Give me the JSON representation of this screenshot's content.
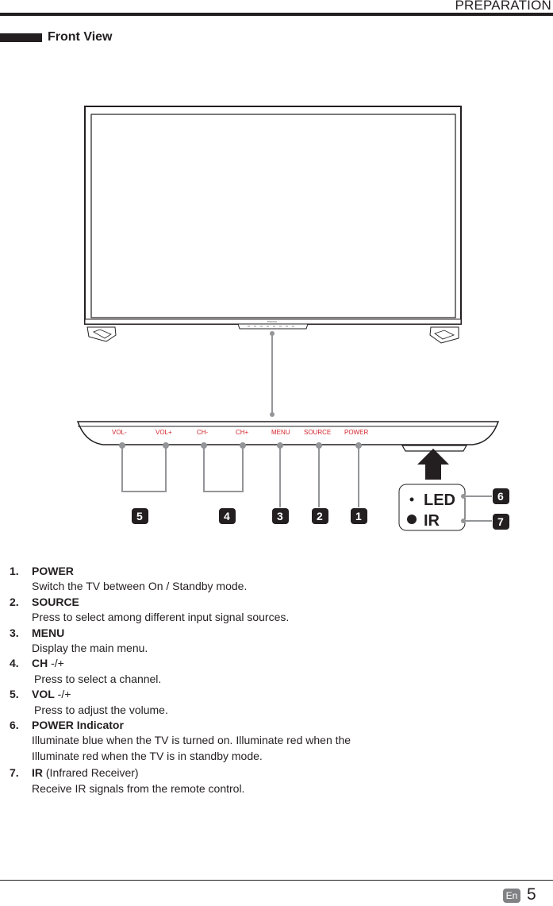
{
  "header": {
    "section": "PREPARATION"
  },
  "section_title": "Front View",
  "tv": {
    "brand": "Hisense"
  },
  "panel": {
    "buttons": [
      "VOL-",
      "VOL+",
      "CH-",
      "CH+",
      "MENU",
      "SOURCE",
      "POWER"
    ]
  },
  "callouts": {
    "n1": "1",
    "n2": "2",
    "n3": "3",
    "n4": "4",
    "n5": "5",
    "n6": "6",
    "n7": "7"
  },
  "indicator": {
    "led": "LED",
    "ir": "IR"
  },
  "items": [
    {
      "number": "1.",
      "title": "POWER",
      "suffix": "",
      "desc": [
        "Switch the TV between On / Standby mode."
      ]
    },
    {
      "number": "2.",
      "title": "SOURCE",
      "suffix": "",
      "desc": [
        "Press to select among different input signal sources."
      ]
    },
    {
      "number": "3.",
      "title": "MENU",
      "suffix": "",
      "desc": [
        "Display the main menu."
      ]
    },
    {
      "number": "4.",
      "title": "CH",
      "suffix": " -/+",
      "desc": [
        "Press to select a channel."
      ]
    },
    {
      "number": "5.",
      "title": "VOL",
      "suffix": " -/+",
      "desc": [
        "Press to adjust the volume."
      ]
    },
    {
      "number": "6.",
      "title": "POWER Indicator",
      "suffix": "",
      "desc": [
        "Illuminate blue when the TV is turned on. Illuminate red when the",
        "Illuminate red when the  TV is in standby mode."
      ]
    },
    {
      "number": "7.",
      "title": "IR",
      "suffix": " (Infrared Receiver)",
      "desc": [
        "Receive IR signals from the remote control."
      ]
    }
  ],
  "footer": {
    "lang": "En",
    "page": "5"
  }
}
